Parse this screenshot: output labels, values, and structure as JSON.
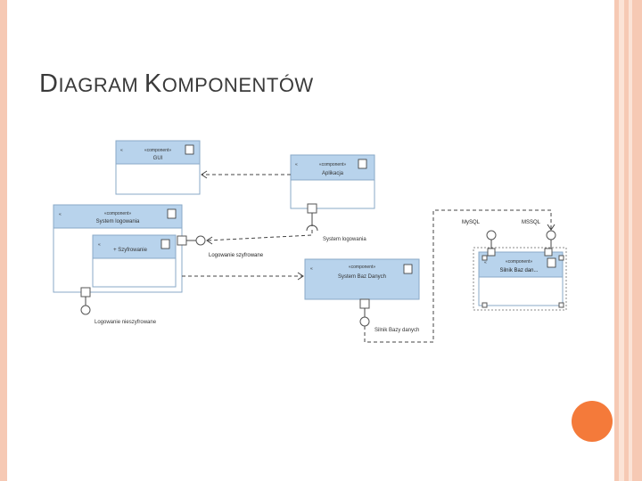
{
  "slide": {
    "title_first_cap": "D",
    "title_first_rest": "IAGRAM ",
    "title_second_cap": "K",
    "title_second_rest": "OMPONENTÓW"
  },
  "components": {
    "gui": {
      "stereotype": "«component»",
      "name": "GUI"
    },
    "aplikacja": {
      "stereotype": "«component»",
      "name": "Aplikacja"
    },
    "system_logowania": {
      "stereotype": "«component»",
      "name": "System logowania"
    },
    "szyfrowanie": {
      "name": "+ Szyfrowanie"
    },
    "system_baz_danych": {
      "stereotype": "«component»",
      "name": "System Baz Danych"
    },
    "silnik_baz": {
      "stereotype": "«component»",
      "name": "Silnik Baz dan..."
    }
  },
  "labels": {
    "system_logowania_port": "System logowania",
    "logowanie_szyfrowane": "Logowanie szyfrowane",
    "logowanie_nieszyfrowane": "Logowanie nieszyfrowane",
    "silnik_port": "Silnik Bazy danych",
    "mysql": "MySQL",
    "mssql": "MSSQL"
  },
  "colors": {
    "frame": "#f6c9b4",
    "orb": "#f47a3a",
    "component_header": "#b8d3ec"
  }
}
